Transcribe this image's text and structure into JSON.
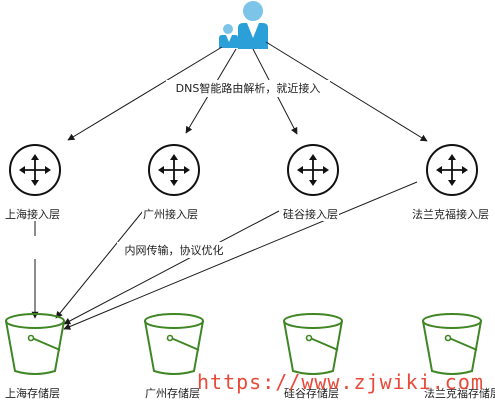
{
  "labels": {
    "dns_label": "DNS智能路由解析，就近接入",
    "transport_label": "内网传输，协议优化",
    "watermark": "https://www.zjwiki.com"
  },
  "access_nodes": [
    {
      "label": "上海接入层"
    },
    {
      "label": "广州接入层"
    },
    {
      "label": "硅谷接入层"
    },
    {
      "label": "法兰克福接入层"
    }
  ],
  "storage_nodes": [
    {
      "label": "上海存储层"
    },
    {
      "label": "广州存储层"
    },
    {
      "label": "硅谷存储层"
    },
    {
      "label": "法兰克福存储层"
    }
  ],
  "icons": {
    "users": "users-icon",
    "router": "router-icon",
    "bucket": "storage-bucket-icon"
  },
  "colors": {
    "users_blue": "#2ba0d8",
    "users_light": "#7cc4e8",
    "bucket_green": "#3f8624",
    "watermark_red": "#e84a3a",
    "line": "#1a1a1a"
  }
}
